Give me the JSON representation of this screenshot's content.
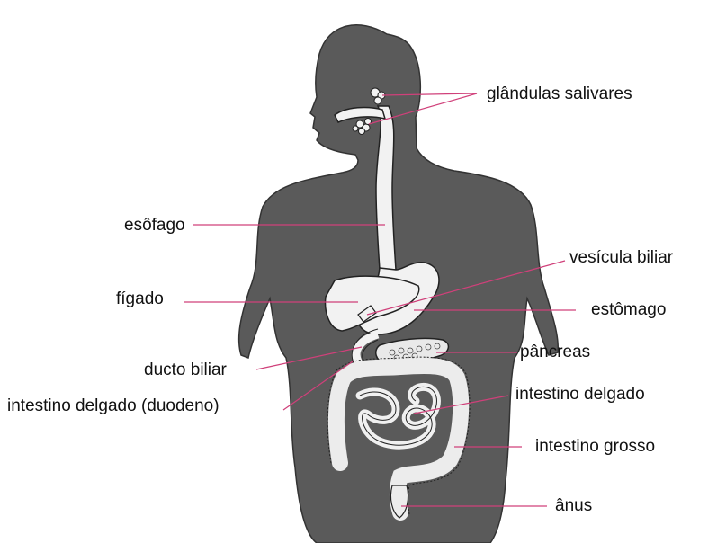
{
  "labels": {
    "salivary_glands": "glândulas salivares",
    "esophagus": "esôfago",
    "gallbladder": "vesícula biliar",
    "liver": "fígado",
    "stomach": "estômago",
    "pancreas": "pâncreas",
    "bile_duct": "ducto biliar",
    "duodenum": "intestino delgado (duodeno)",
    "small_intestine": "intestino delgado",
    "large_intestine": "intestino grosso",
    "anus": "ânus"
  },
  "colors": {
    "body": "#5a5a5a",
    "organ": "#f2f2f2",
    "outline": "#222222",
    "leader_line": "#d0407a",
    "text": "#111111"
  }
}
